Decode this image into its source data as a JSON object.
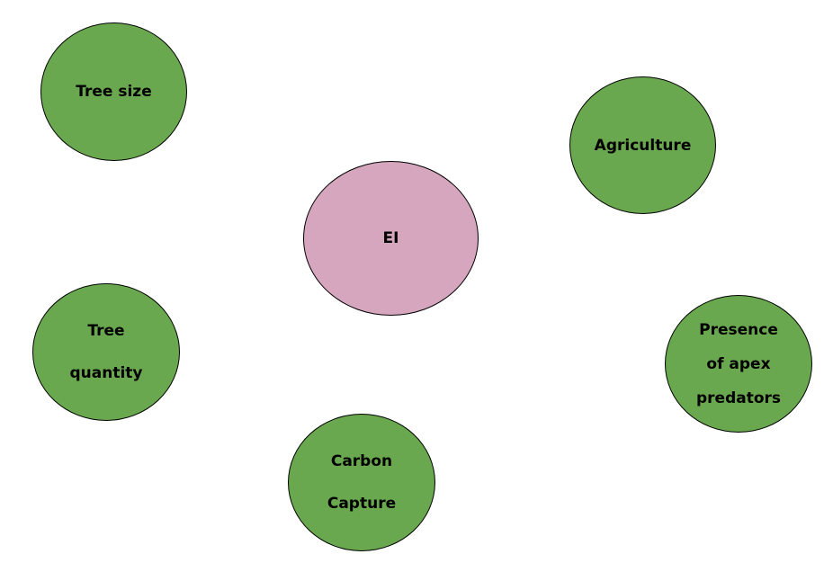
{
  "colors": {
    "satellite_fill": "#6aa84f",
    "center_fill": "#d5a6bd",
    "outline": "#000000",
    "text": "#000000"
  },
  "nodes": {
    "tree_size": {
      "lines": [
        "Tree size"
      ]
    },
    "agriculture": {
      "lines": [
        "Agriculture"
      ]
    },
    "ei": {
      "lines": [
        "EI"
      ]
    },
    "tree_quantity": {
      "lines": [
        "Tree",
        "quantity"
      ]
    },
    "apex": {
      "lines": [
        "Presence",
        "of apex",
        "predators"
      ]
    },
    "carbon": {
      "lines": [
        "Carbon",
        "Capture"
      ]
    }
  }
}
